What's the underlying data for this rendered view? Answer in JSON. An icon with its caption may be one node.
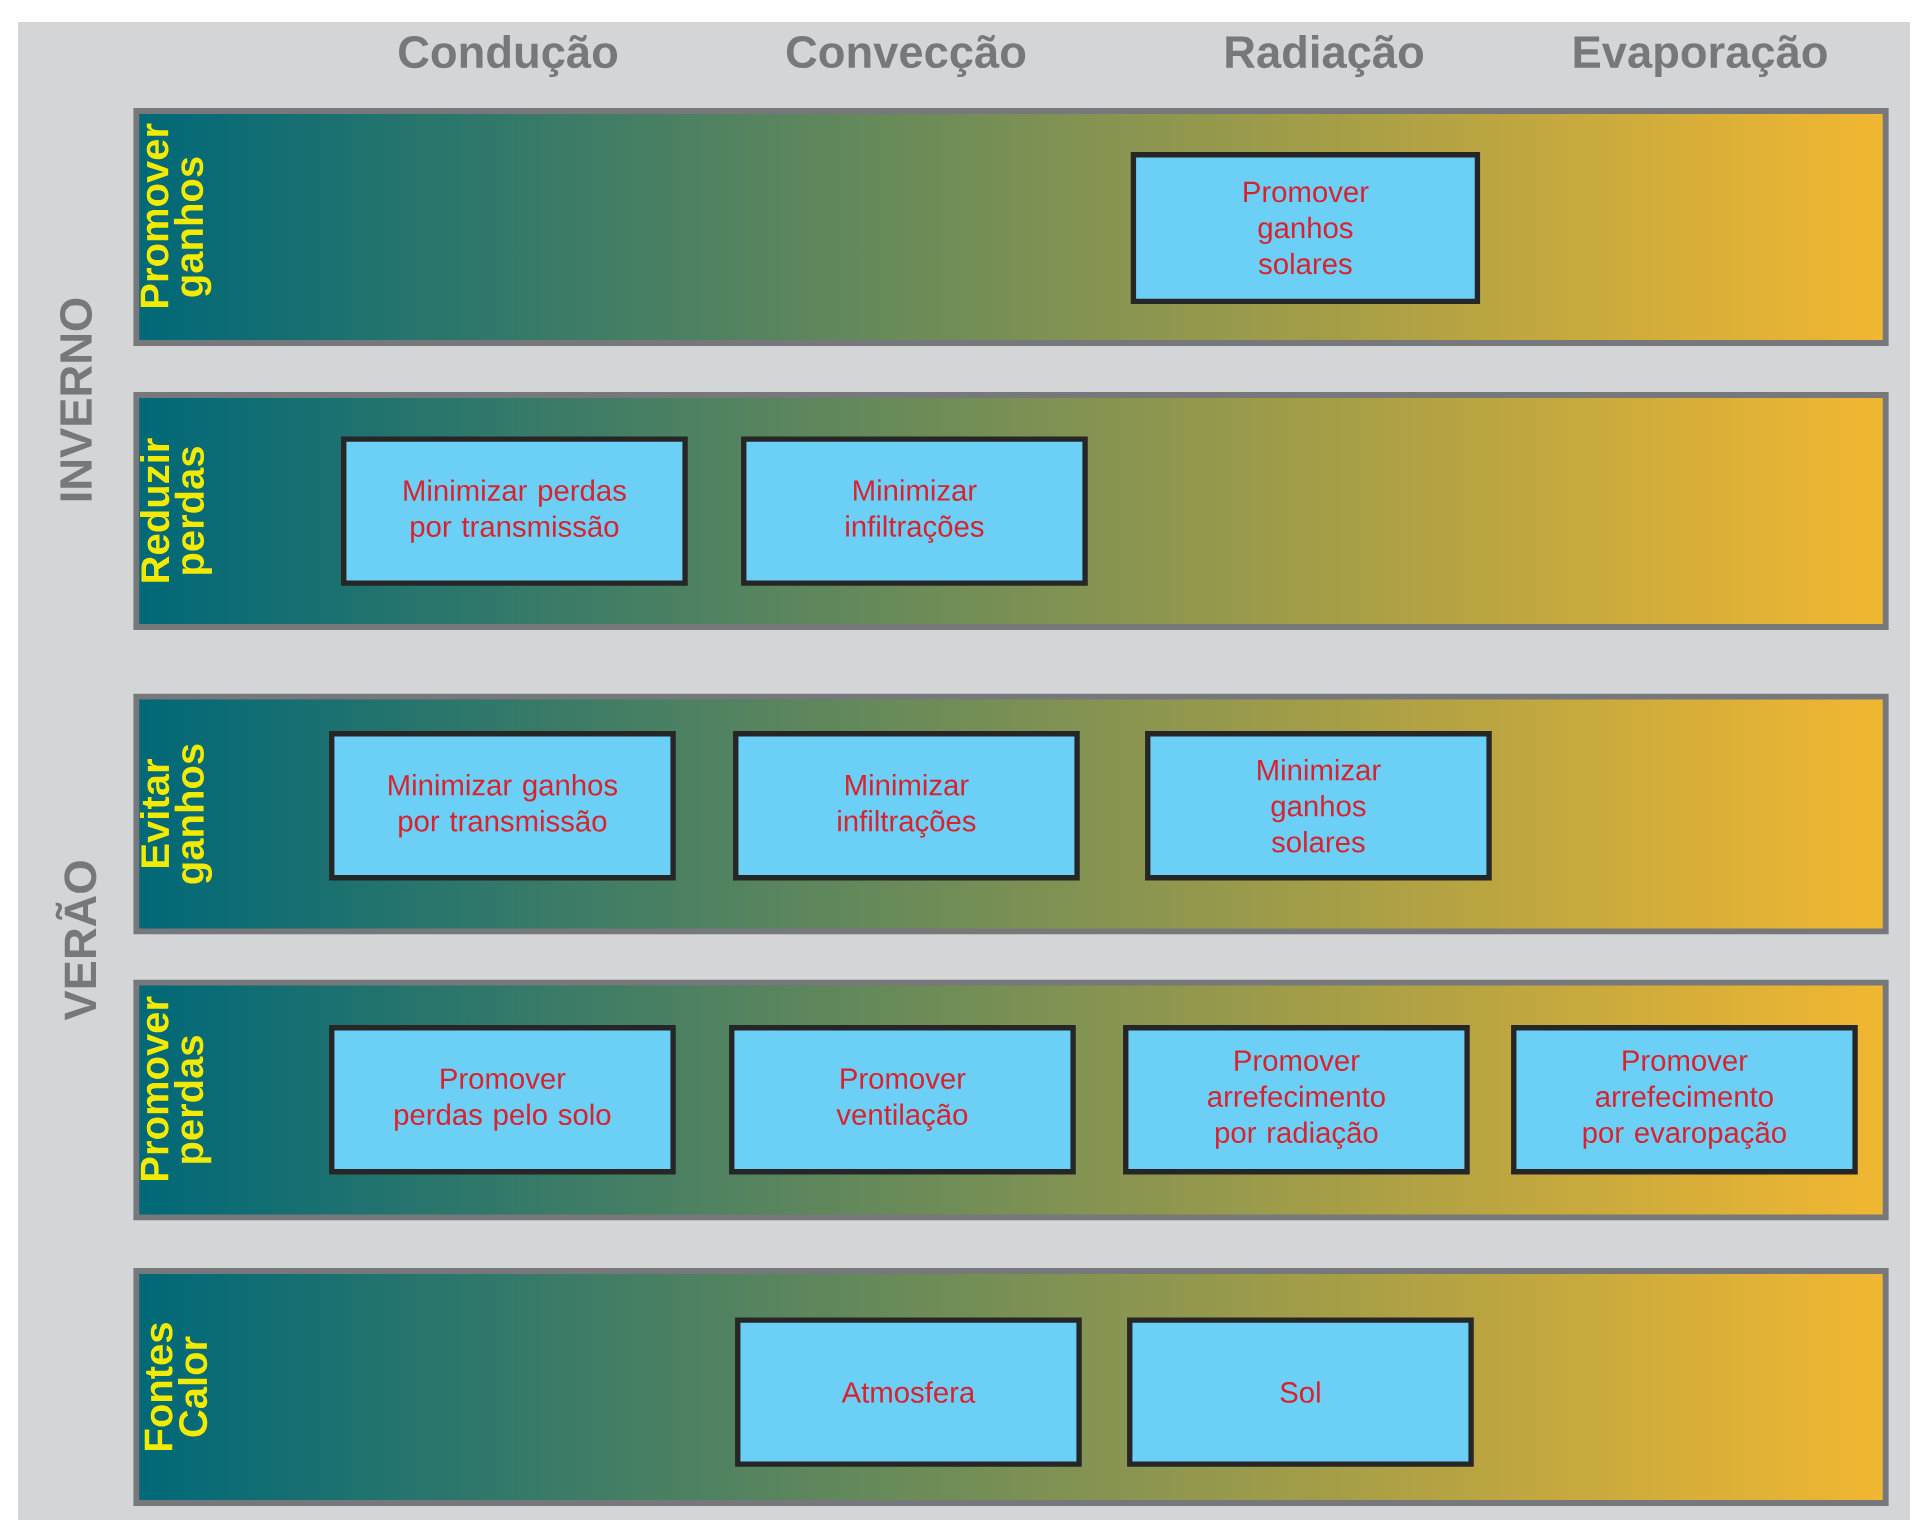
{
  "diagram": {
    "nodes": [
      {
        "text": [
          "Promover ganhos"
        ]
      },
      {
        "text": [
          "Promover ganhos solares"
        ],
        "in": 0
      },
      {
        "text": [
          "Reduzir perdas"
        ]
      },
      {
        "text": [
          "Minimizar perdas por transmissão"
        ],
        "in": 2
      },
      {
        "text": [
          "Minimizar infiltrações"
        ],
        "in": 2
      },
      {
        "text": [
          "Evitar ganhos"
        ]
      },
      {
        "text": [
          "Minimizar ganhos por transmissão"
        ],
        "in": 5
      },
      {
        "text": [
          "Minimizar infiltrações"
        ],
        "in": 5
      },
      {
        "text": [
          "Minimizar ganhos solares"
        ],
        "in": 5
      },
      {
        "text": [
          "Promover perdas"
        ]
      },
      {
        "text": [
          "Promover perdas pelo solo"
        ],
        "in": 9
      },
      {
        "text": [
          "Promover ventilação"
        ],
        "in": 9
      },
      {
        "text": [
          "Promover arrefecimento por radiação"
        ],
        "in": 9
      },
      {
        "text": [
          "Promover arrefecimento por evaropação"
        ],
        "in": 9
      },
      {
        "text": [
          "Fontes Calor"
        ]
      },
      {
        "text": [
          "Atmosfera"
        ],
        "in": 14
      },
      {
        "text": [
          "Sol"
        ],
        "in": 14
      }
    ],
    "labels": [
      "Condução",
      "Convecção",
      "Radiação",
      "Evaporação",
      "INVERNO",
      "VERÃO"
    ]
  }
}
